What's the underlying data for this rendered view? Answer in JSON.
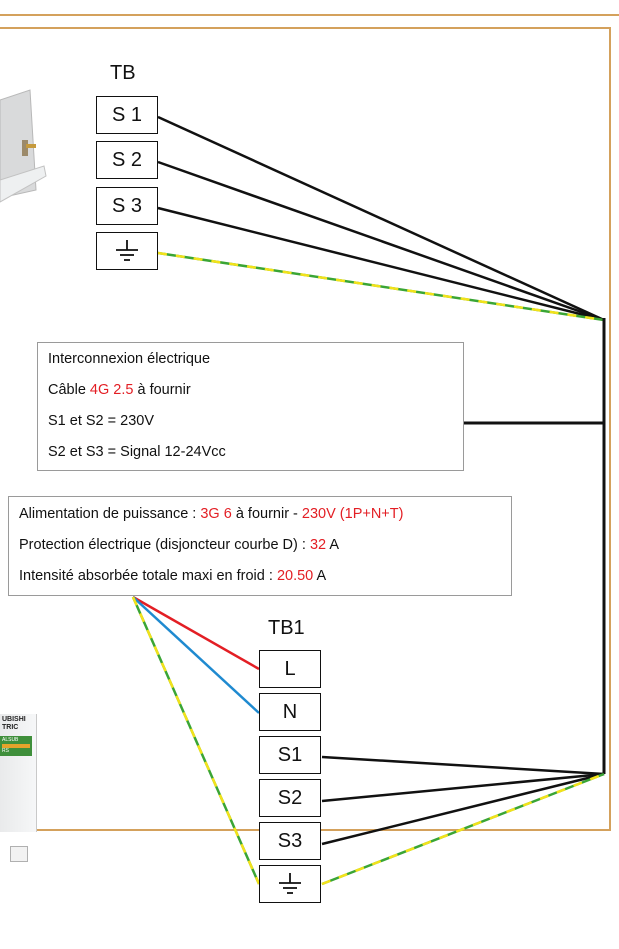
{
  "colors": {
    "frame": "#d4a15c",
    "wire_black": "#111111",
    "wire_red": "#e31e24",
    "wire_blue": "#1f8ad0",
    "earth_green": "#3aa535",
    "earth_yellow": "#f3e21a",
    "highlight_red": "#e31e24"
  },
  "terminal_block_indoor": {
    "title": "TB",
    "terminals": [
      {
        "label": "S 1",
        "icon": null
      },
      {
        "label": "S 2",
        "icon": null
      },
      {
        "label": "S 3",
        "icon": null
      },
      {
        "label": "",
        "icon": "earth-ground-icon"
      }
    ]
  },
  "terminal_block_outdoor": {
    "title": "TB1",
    "terminals": [
      {
        "label": "L",
        "icon": null
      },
      {
        "label": "N",
        "icon": null
      },
      {
        "label": "S1",
        "icon": null
      },
      {
        "label": "S2",
        "icon": null
      },
      {
        "label": "S3",
        "icon": null
      },
      {
        "label": "",
        "icon": "earth-ground-icon"
      }
    ]
  },
  "interconnection_box": {
    "line1": "Interconnexion électrique",
    "line2_prefix": "Câble ",
    "line2_highlight": "4G 2.5",
    "line2_suffix": " à fournir",
    "line3": "S1 et S2 = 230V",
    "line4": "S2 et S3 = Signal 12-24Vcc"
  },
  "power_box": {
    "line1_prefix": "Alimentation de puissance : ",
    "line1_highlight1": "3G 6",
    "line1_middle": " à fournir - ",
    "line1_highlight2": "230V (1P+N+T)",
    "line2_prefix": "Protection électrique (disjoncteur courbe D) : ",
    "line2_highlight": "32",
    "line2_suffix": " A",
    "line3_prefix": "Intensité absorbée totale maxi en froid : ",
    "line3_highlight": "20.50",
    "line3_suffix": " A"
  },
  "outdoor_unit": {
    "brand_line1": "UBISHI",
    "brand_line2": "TRIC",
    "label_green": "ALSUB",
    "label_small": "RS"
  }
}
